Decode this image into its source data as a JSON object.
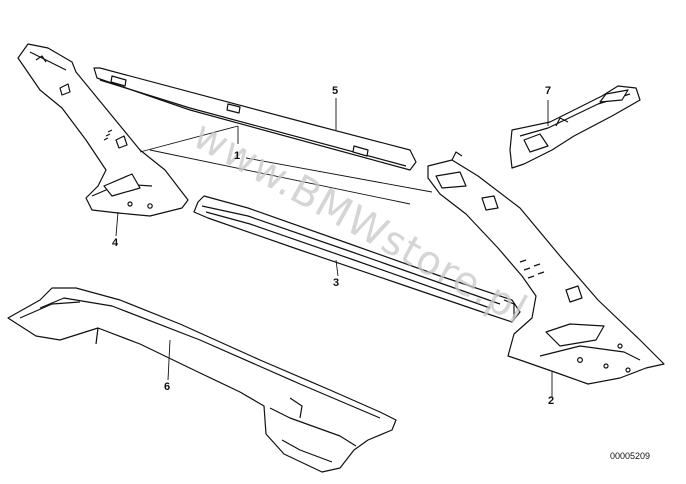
{
  "labels": {
    "p1": "1",
    "p2": "2",
    "p3": "3",
    "p4": "4",
    "p5": "5",
    "p6": "6",
    "p7": "7"
  },
  "watermark": "www.BMWstore.pl",
  "diagram_code": "00005209",
  "colors": {
    "ink": "#111111",
    "fill": "#ffffff",
    "watermark": "#c8c8c8"
  }
}
